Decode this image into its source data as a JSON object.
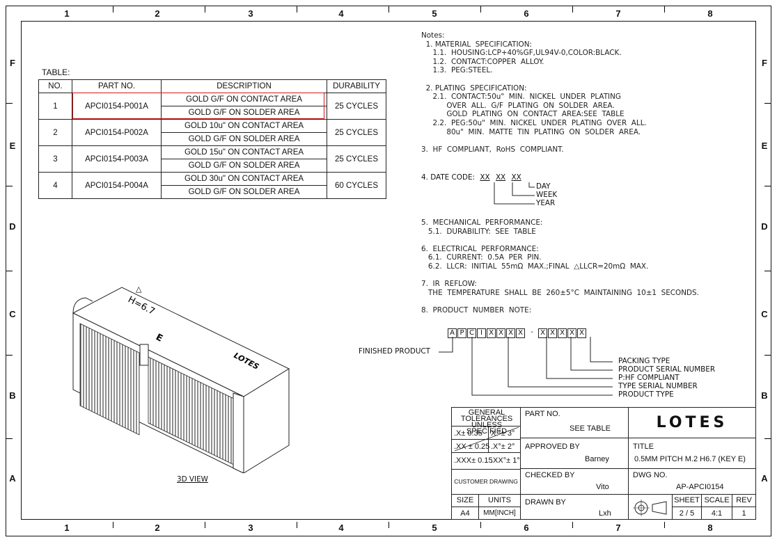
{
  "frame": {
    "columns": [
      "1",
      "2",
      "3",
      "4",
      "5",
      "6",
      "7",
      "8"
    ],
    "rows": [
      "F",
      "E",
      "D",
      "C",
      "B",
      "A"
    ]
  },
  "table": {
    "caption": "TABLE:",
    "headers": [
      "NO.",
      "PART NO.",
      "DESCRIPTION",
      "DURABILITY"
    ],
    "rows": [
      {
        "no": "1",
        "part": "APCI0154-P001A",
        "desc": [
          "GOLD G/F ON CONTACT AREA",
          "GOLD G/F ON SOLDER AREA"
        ],
        "durability": "25 CYCLES"
      },
      {
        "no": "2",
        "part": "APCI0154-P002A",
        "desc": [
          "GOLD 10u\" ON CONTACT AREA",
          "GOLD G/F ON SOLDER AREA"
        ],
        "durability": "25 CYCLES"
      },
      {
        "no": "3",
        "part": "APCI0154-P003A",
        "desc": [
          "GOLD 15u\" ON CONTACT AREA",
          "GOLD G/F ON SOLDER AREA"
        ],
        "durability": "25 CYCLES"
      },
      {
        "no": "4",
        "part": "APCI0154-P004A",
        "desc": [
          "GOLD 30u\" ON CONTACT AREA",
          "GOLD G/F ON SOLDER AREA"
        ],
        "durability": "60 CYCLES"
      }
    ],
    "highlight_color": "#d11a1a"
  },
  "notes": {
    "heading": "Notes:",
    "lines": [
      "  1. MATERIAL  SPECIFICATION:",
      "     1.1.  HOUSING:LCP+40%GF,UL94V-0,COLOR:BLACK.",
      "     1.2.  CONTACT:COPPER  ALLOY.",
      "     1.3.  PEG:STEEL.",
      "",
      "  2. PLATING  SPECIFICATION:",
      "     2.1.  CONTACT:50u\"  MIN.  NICKEL  UNDER  PLATING",
      "           OVER  ALL.  G/F  PLATING  ON  SOLDER  AREA.",
      "           GOLD  PLATING  ON  CONTACT  AREA:SEE  TABLE",
      "     2.2.  PEG:50u\"  MIN.  NICKEL  UNDER  PLATING  OVER  ALL.",
      "           80u\"  MIN.  MATTE  TIN  PLATING  ON  SOLDER  AREA.",
      "",
      "3.  HF  COMPLIANT,  RoHS  COMPLIANT."
    ],
    "date_code": {
      "label": "4.  DATE  CODE:",
      "groups": [
        "XX",
        "XX",
        "XX"
      ],
      "legend": [
        "DAY",
        "WEEK",
        "YEAR"
      ]
    },
    "lines2": [
      "5.  MECHANICAL  PERFORMANCE:",
      "   5.1.  DURABILITY:  SEE  TABLE",
      "",
      "6.  ELECTRICAL  PERFORMANCE:",
      "   6.1.  CURRENT:  0.5A  PER  PIN.",
      "   6.2.  LLCR:  INITIAL  55mΩ  MAX.;FINAL  △LLCR=20mΩ  MAX.",
      "",
      "7.  IR  REFLOW:",
      "   THE  TEMPERATURE  SHALL  BE  260±5°C  MAINTAINING  10±1  SECONDS.",
      "",
      "8.  PRODUCT  NUMBER  NOTE:"
    ],
    "pn_boxes": [
      "A",
      "P",
      "C",
      "I",
      "X",
      "X",
      "X",
      "X",
      "-",
      "X",
      "X",
      "X",
      "X",
      "X"
    ],
    "pn_labels": [
      "PACKING  TYPE",
      "PRODUCT  SERIAL  NUMBER",
      "P:HF  COMPLIANT",
      "TYPE  SERIAL  NUMBER",
      "PRODUCT  TYPE"
    ],
    "finished_product": "FINISHED  PRODUCT"
  },
  "view": {
    "caption": "3D  VIEW",
    "marking_height": "H=6.7",
    "marking_key": "E",
    "marking_brand": "LOTES"
  },
  "title_block": {
    "tolerances": {
      "title1": "GENERAL TOLERANCES",
      "title2": "UNLESS  SPECIFIED",
      "r1a": ".X±    0.35",
      "r1b": "X.°±    3°",
      "r2a": ".XX ±   0.25",
      "r2b": ".X°±   2°",
      "r3a": ".XXX± 0.15",
      "r3b": ".XX°± 1°"
    },
    "customer_drawing": "CUSTOMER DRAWING",
    "size_label": "SIZE",
    "size": "A4",
    "units_label": "UNITS",
    "units": "MM[INCH]",
    "part_no_label": "PART NO.",
    "part_no": "SEE TABLE",
    "approved_label": "APPROVED BY",
    "approved": "Barney",
    "checked_label": "CHECKED BY",
    "checked": "Vito",
    "drawn_label": "DRAWN BY",
    "drawn": "Lxh",
    "logo": "LOTES",
    "title_label": "TITLE",
    "title": "0.5MM PITCH M.2 H6.7 (KEY E)",
    "dwg_label": "DWG NO.",
    "dwg": "AP-APCI0154",
    "sheet_label": "SHEET",
    "sheet": "2 / 5",
    "scale_label": "SCALE",
    "scale": "4:1",
    "rev_label": "REV",
    "rev": "1"
  }
}
